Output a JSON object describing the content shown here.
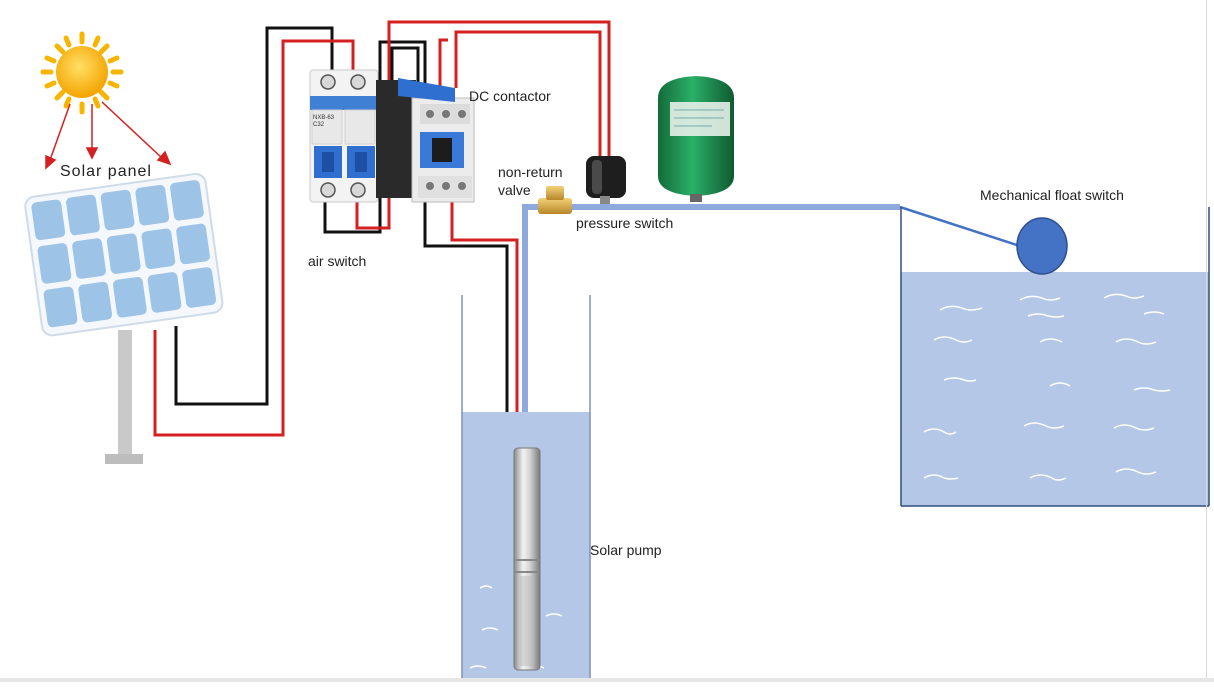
{
  "labels": {
    "solar_panel": "Solar panel",
    "air_switch": "air switch",
    "dc_contactor": "DC contactor",
    "non_return_valve_line1": "non-return",
    "non_return_valve_line2": "valve",
    "pressure_switch": "pressure switch",
    "float_switch": "Mechanical float switch",
    "solar_pump": "Solar pump"
  },
  "breaker_markings": {
    "model": "NXB-63",
    "rating": "C32"
  },
  "colors": {
    "wire_red": "#d42020",
    "wire_black": "#111111",
    "pipe": "#8ea9db",
    "water": "#b4c7e7",
    "float_ball": "#4472c4",
    "panel_cell": "#9dc3e6",
    "sun": "#f7b500",
    "tank_green": "#1f8a4c"
  },
  "icons": [
    "sun-icon",
    "solar-panel-icon",
    "air-switch-icon",
    "dc-contactor-icon",
    "non-return-valve-icon",
    "pressure-switch-icon",
    "pressure-tank-icon",
    "float-ball-icon",
    "submersible-pump-icon"
  ]
}
